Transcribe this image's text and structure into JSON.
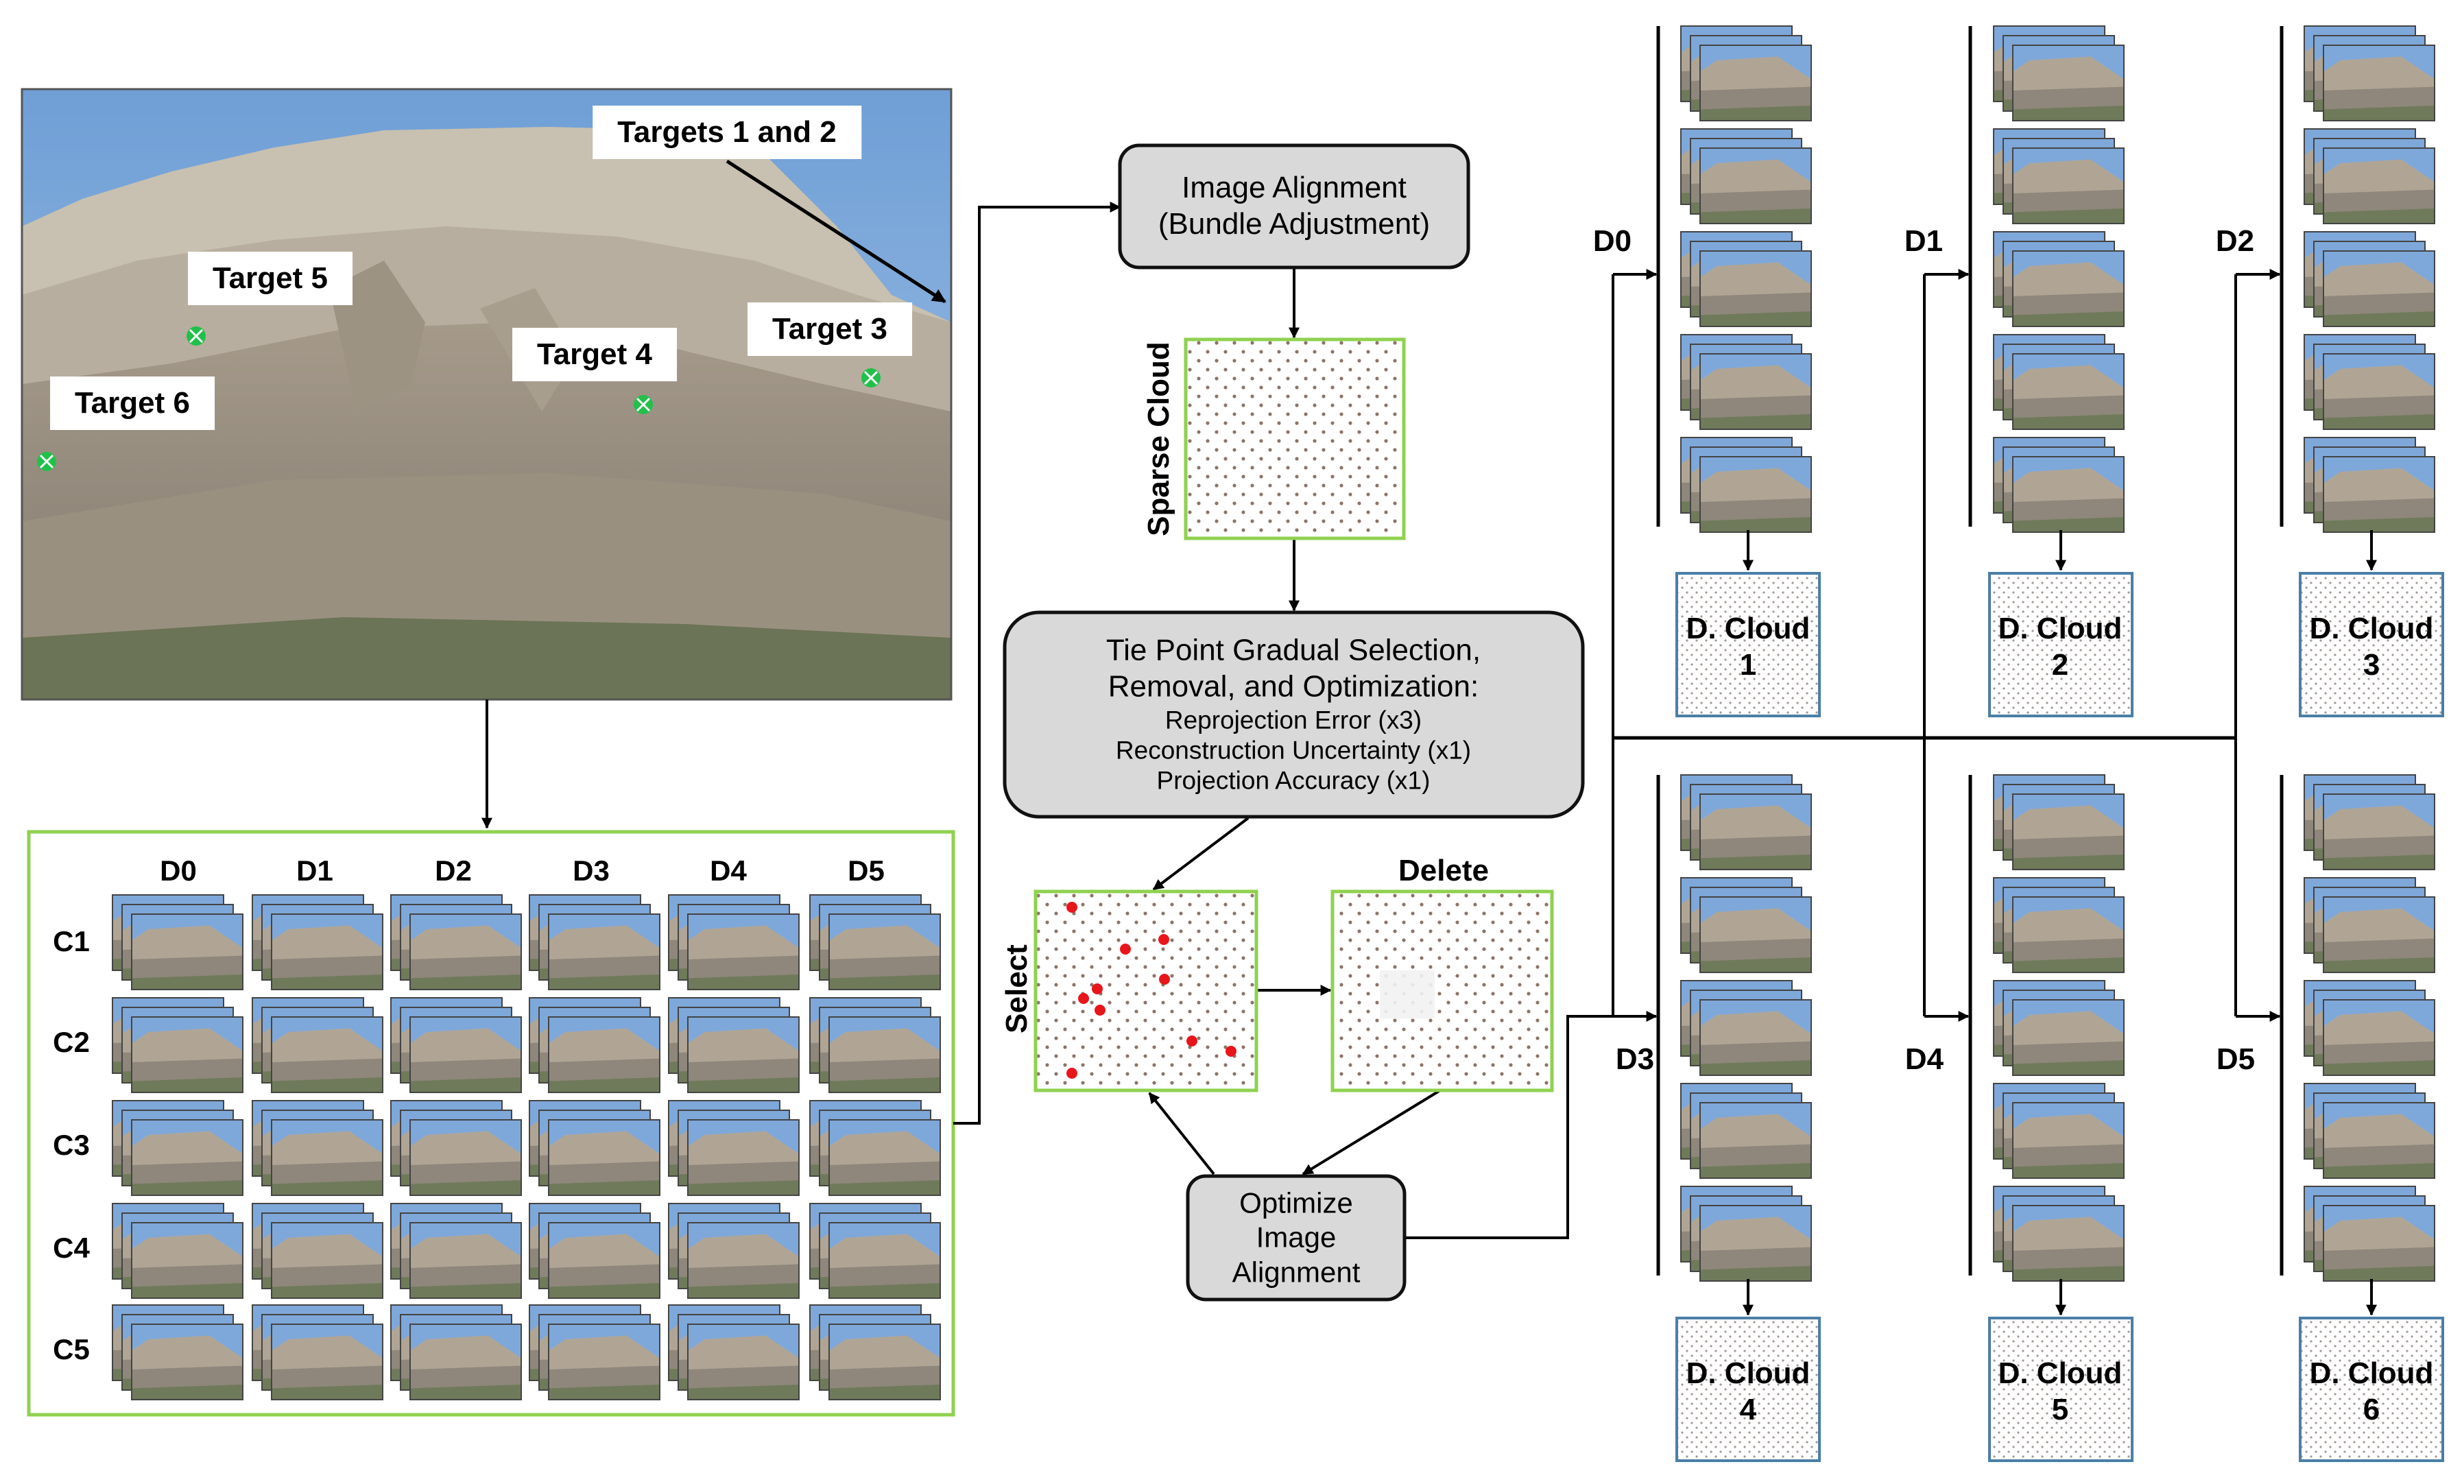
{
  "colors": {
    "frame_green": "#8fd14f",
    "box_fill": "#d9d9d9",
    "cloud_frame": "#4a7fa6",
    "selected_point": "#e8161b",
    "target_marker": "#22c04a",
    "sky": "#7aa6d8",
    "cliff": "#b3a898"
  },
  "photo": {
    "targets": [
      {
        "id": "t12",
        "label": "Targets 1 and 2"
      },
      {
        "id": "t5",
        "label": "Target 5"
      },
      {
        "id": "t4",
        "label": "Target 4"
      },
      {
        "id": "t3",
        "label": "Target 3"
      },
      {
        "id": "t6",
        "label": "Target 6"
      }
    ]
  },
  "matrix": {
    "columns": [
      "D0",
      "D1",
      "D2",
      "D3",
      "D4",
      "D5"
    ],
    "rows": [
      "C1",
      "C2",
      "C3",
      "C4",
      "C5"
    ]
  },
  "flow": {
    "image_alignment": [
      "Image Alignment",
      "(Bundle Adjustment)"
    ],
    "sparse_cloud": "Sparse Cloud",
    "tie_point": {
      "heading": [
        "Tie Point Gradual Selection,",
        "Removal, and Optimization:"
      ],
      "criteria": [
        "Reprojection Error (x3)",
        "Reconstruction Uncertainty (x1)",
        "Projection Accuracy (x1)"
      ]
    },
    "select": "Select",
    "delete": "Delete",
    "optimize": [
      "Optimize",
      "Image",
      "Alignment"
    ]
  },
  "outputs": [
    {
      "group": "D0",
      "cloud_label": "D. Cloud",
      "cloud_number": "1"
    },
    {
      "group": "D1",
      "cloud_label": "D. Cloud",
      "cloud_number": "2"
    },
    {
      "group": "D2",
      "cloud_label": "D. Cloud",
      "cloud_number": "3"
    },
    {
      "group": "D3",
      "cloud_label": "D. Cloud",
      "cloud_number": "4"
    },
    {
      "group": "D4",
      "cloud_label": "D. Cloud",
      "cloud_number": "5"
    },
    {
      "group": "D5",
      "cloud_label": "D. Cloud",
      "cloud_number": "6"
    }
  ]
}
